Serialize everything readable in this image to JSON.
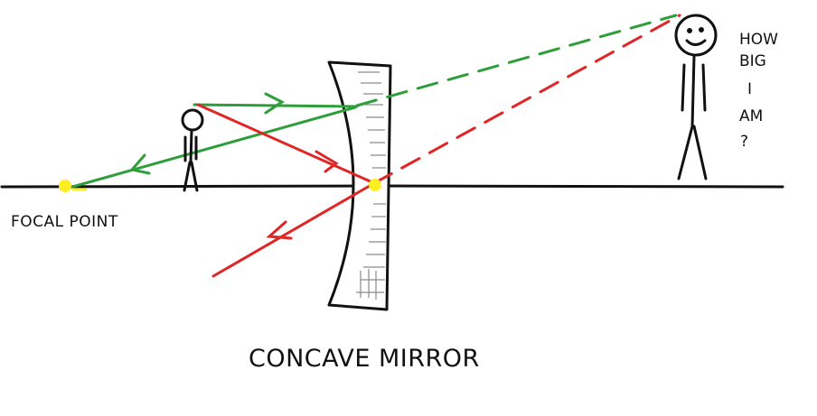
{
  "labels": {
    "focal_point": "FOCAL POINT",
    "title": "CONCAVE MIRROR",
    "question_lines": [
      "HOW",
      "BIG",
      "I",
      "AM",
      "?"
    ]
  },
  "colors": {
    "ink": "#111111",
    "green_ray": "#2e9e3a",
    "red_ray": "#e02626",
    "point": "#ffee22",
    "mirror_hatch": "#888888"
  }
}
